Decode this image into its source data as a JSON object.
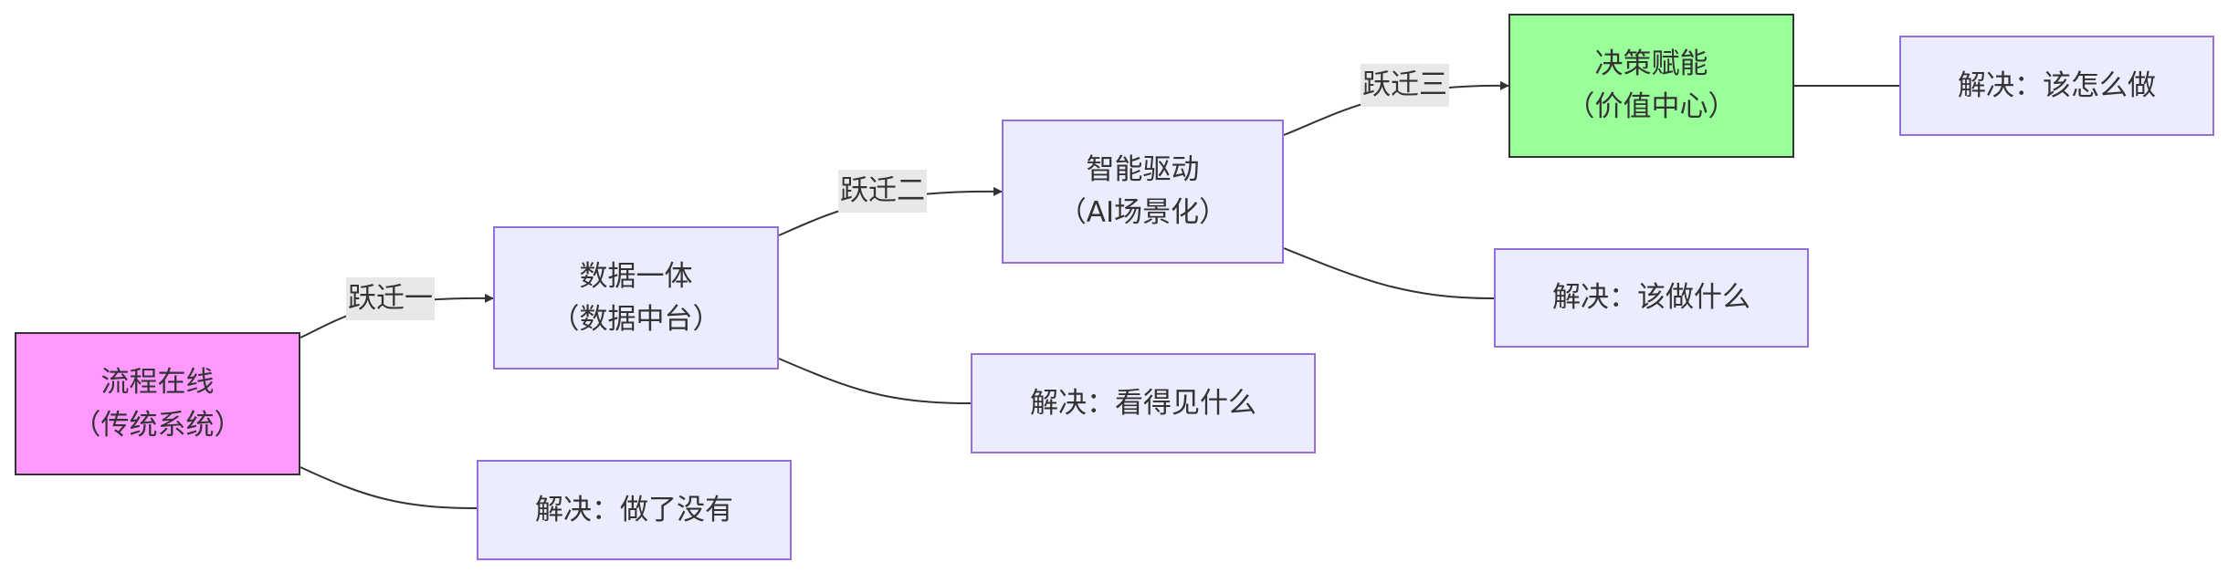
{
  "stages": {
    "s1": {
      "line1": "流程在线",
      "line2": "（传统系统）",
      "fill": "#FF99FF"
    },
    "s2": {
      "line1": "数据一体",
      "line2": "（数据中台）",
      "fill": "#ECECFF"
    },
    "s3": {
      "line1": "智能驱动",
      "line2": "（AI场景化）",
      "fill": "#ECECFF"
    },
    "s4": {
      "line1": "决策赋能",
      "line2": "（价值中心）",
      "fill": "#99FF99"
    }
  },
  "solves": {
    "r1": "解决：做了没有",
    "r2": "解决：看得见什么",
    "r3": "解决：该做什么",
    "r4": "解决：该怎么做"
  },
  "leaps": {
    "l1": "跃迁一",
    "l2": "跃迁二",
    "l3": "跃迁三"
  },
  "colors": {
    "node_fill": "#ECECFF",
    "node_border": "#9370DB",
    "edge": "#333333",
    "edge_label_bg": "#E8E8E8",
    "start_fill": "#FF99FF",
    "end_fill": "#99FF99"
  }
}
